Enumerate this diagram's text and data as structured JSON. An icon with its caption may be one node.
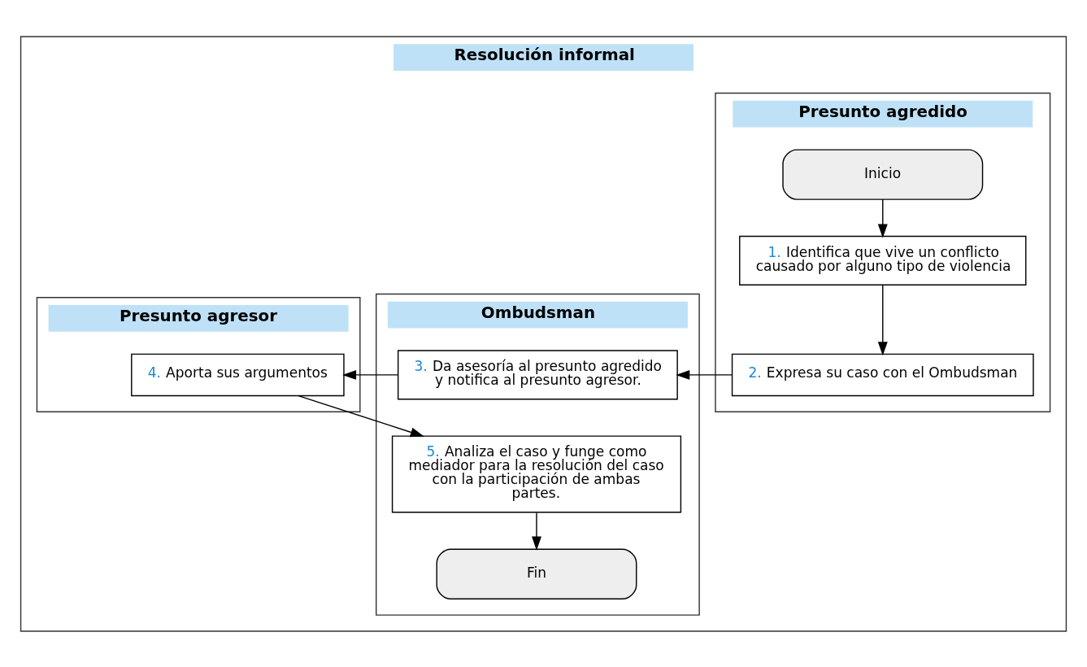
{
  "diagram": {
    "nodes": [
      {
        "text": [
          "Resolución informal"
        ]
      },
      {
        "text": [
          "Presunto agredido"
        ],
        "in": 0
      },
      {
        "text": [
          "Ombudsman"
        ],
        "in": 0
      },
      {
        "text": [
          "Presunto agresor"
        ],
        "in": 0
      },
      {
        "text": [
          "Inicio"
        ],
        "in": 1
      },
      {
        "text": [
          "1. Identifica que vive un conflicto causado por alguno tipo de violencia"
        ],
        "in": 1
      },
      {
        "text": [
          "2. Expresa su caso con el Ombudsman"
        ],
        "in": 1
      },
      {
        "text": [
          "3. Da asesoría al presunto agredido y notifica al presunto agresor."
        ],
        "in": 2
      },
      {
        "text": [
          "4. Aporta sus argumentos"
        ],
        "in": 3
      },
      {
        "text": [
          "5. Analiza el caso y funge como mediador para la resolución del caso con la participación de ambas partes."
        ],
        "in": 2
      },
      {
        "text": [
          "Fin"
        ],
        "in": 2
      }
    ],
    "edges": [
      {
        "from": 4,
        "to": 5,
        "arrow": "to"
      },
      {
        "from": 5,
        "to": 6,
        "arrow": "to"
      },
      {
        "from": 6,
        "to": 7,
        "arrow": "to"
      },
      {
        "from": 7,
        "to": 8,
        "arrow": "to"
      },
      {
        "from": 8,
        "to": 9,
        "arrow": "to"
      },
      {
        "from": 9,
        "to": 10,
        "arrow": "to"
      }
    ]
  }
}
